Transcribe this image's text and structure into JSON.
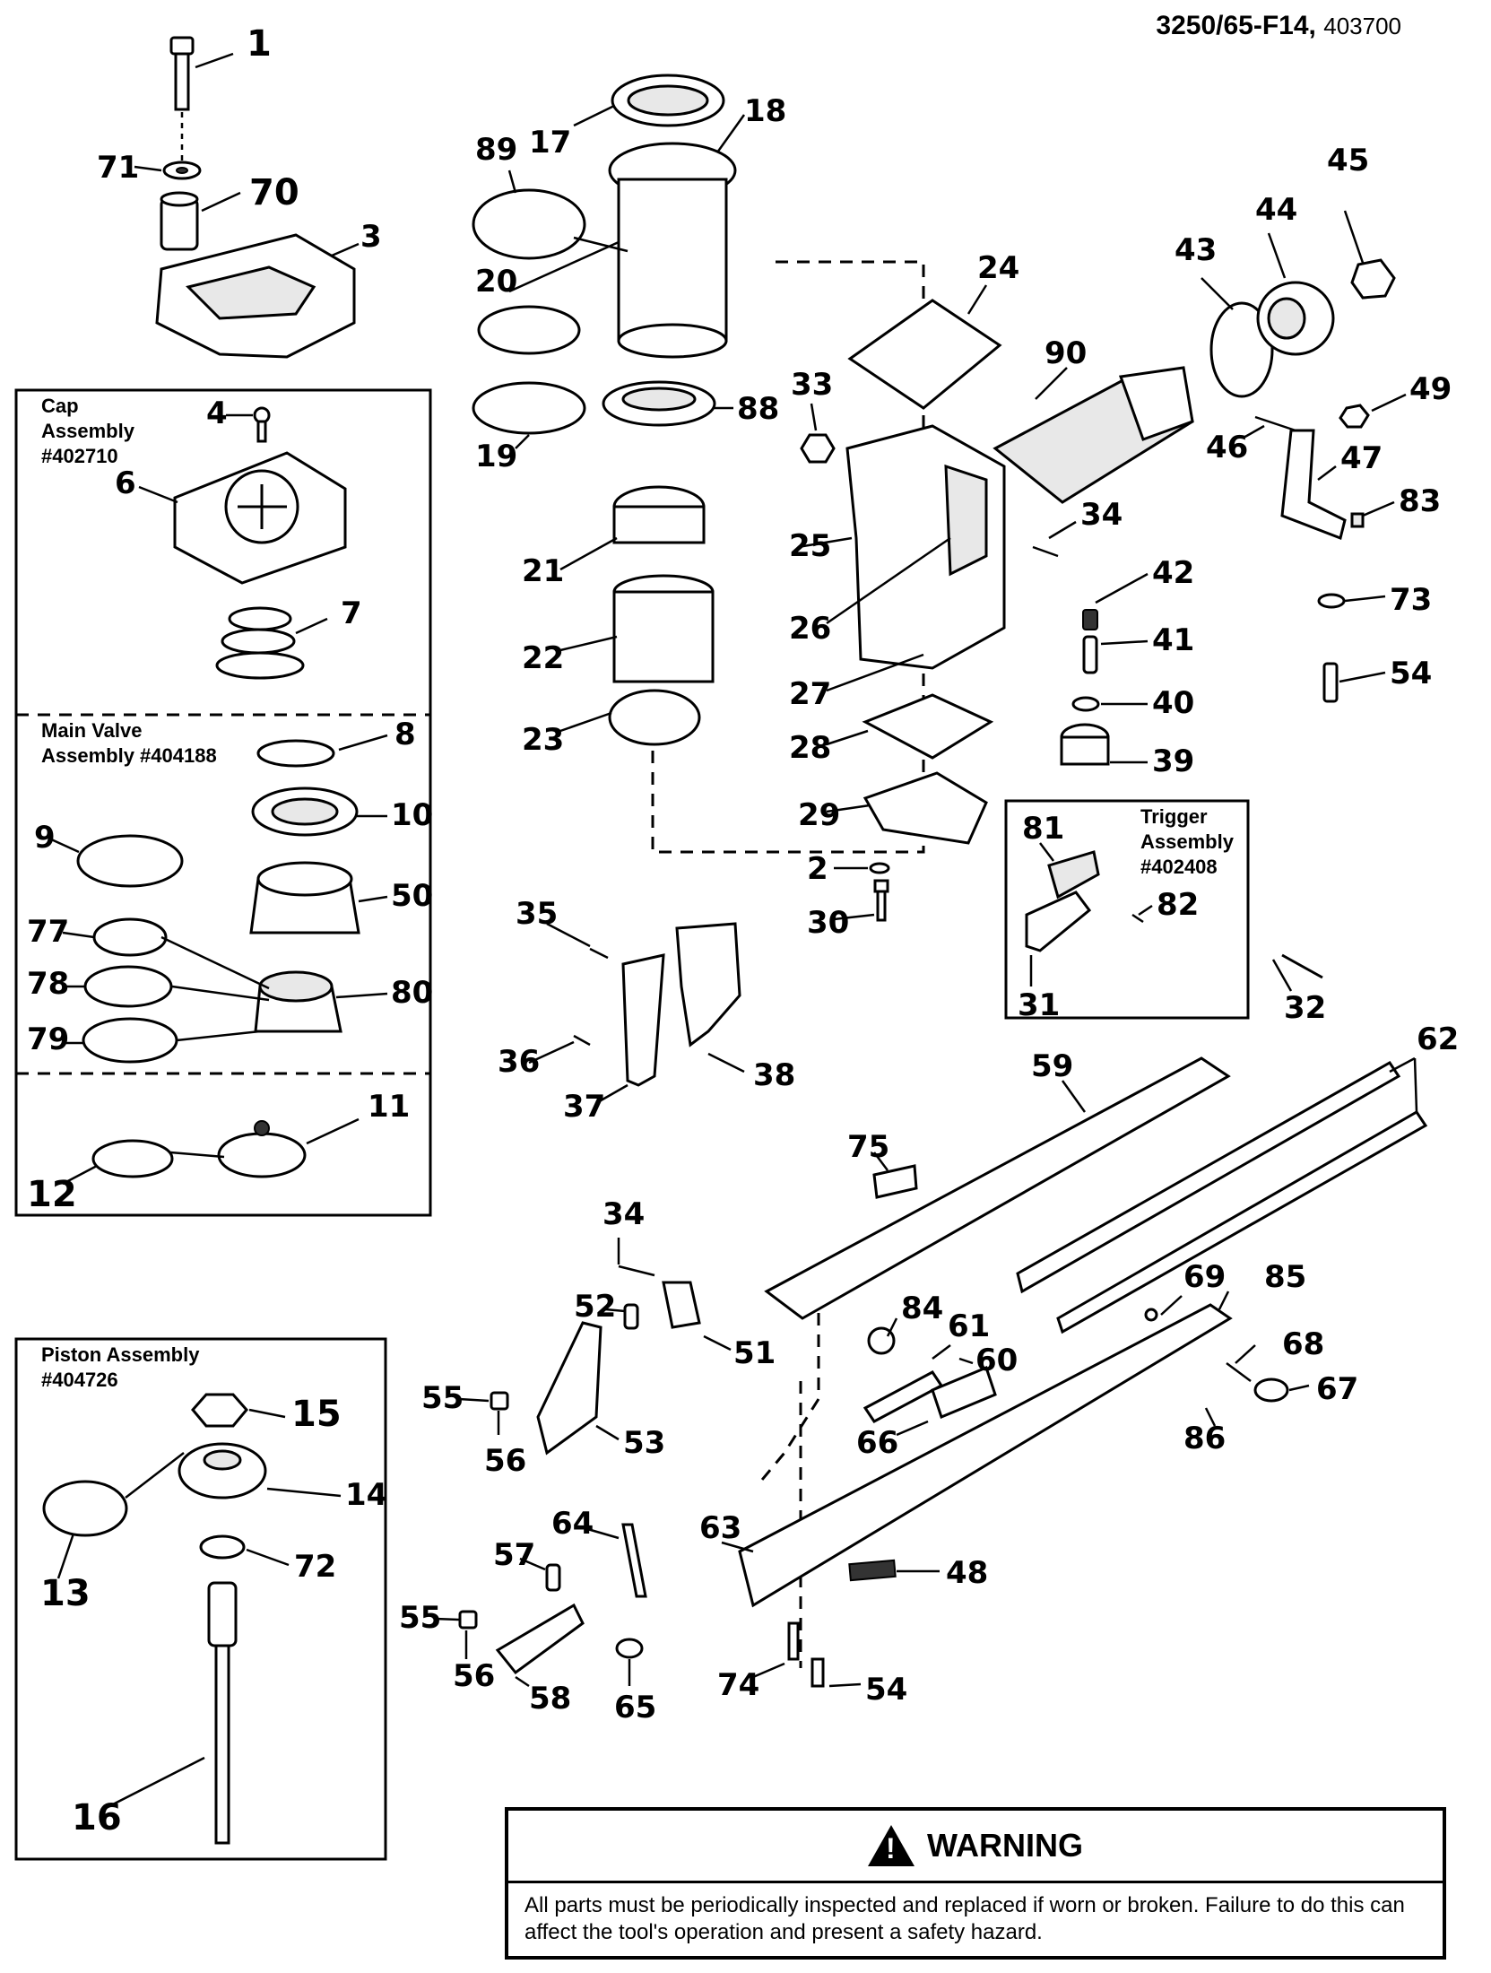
{
  "header": {
    "model": "3250/65-F14,",
    "code": "403700"
  },
  "assemblies": [
    {
      "label_line1": "Cap",
      "label_line2": "Assembly",
      "label_line3": "#402710"
    },
    {
      "label_line1": "Main Valve",
      "label_line2": "Assembly #404188"
    },
    {
      "label_line1": "Piston Assembly",
      "label_line2": "#404726"
    },
    {
      "label_line1": "Trigger",
      "label_line2": "Assembly",
      "label_line3": "#402408"
    }
  ],
  "callouts": [
    "1",
    "71",
    "70",
    "3",
    "4",
    "6",
    "7",
    "8",
    "10",
    "9",
    "50",
    "77",
    "78",
    "80",
    "79",
    "11",
    "12",
    "15",
    "14",
    "13",
    "72",
    "16",
    "17",
    "18",
    "89",
    "20",
    "19",
    "88",
    "21",
    "22",
    "23",
    "24",
    "33",
    "25",
    "26",
    "27",
    "28",
    "29",
    "2",
    "30",
    "90",
    "43",
    "44",
    "45",
    "49",
    "46",
    "47",
    "83",
    "34",
    "42",
    "41",
    "40",
    "39",
    "73",
    "54",
    "81",
    "82",
    "31",
    "32",
    "35",
    "36",
    "38",
    "37",
    "62",
    "59",
    "75",
    "34",
    "52",
    "51",
    "55",
    "56",
    "53",
    "84",
    "61",
    "60",
    "66",
    "69",
    "85",
    "68",
    "67",
    "86",
    "63",
    "48",
    "64",
    "57",
    "55",
    "56",
    "58",
    "65",
    "74",
    "54"
  ],
  "warning": {
    "icon": "warning-triangle-icon",
    "symbol": "!",
    "title": "WARNING",
    "text": "All parts must be periodically inspected and replaced if worn or broken. Failure to do this can affect the tool's operation and present a safety hazard."
  }
}
